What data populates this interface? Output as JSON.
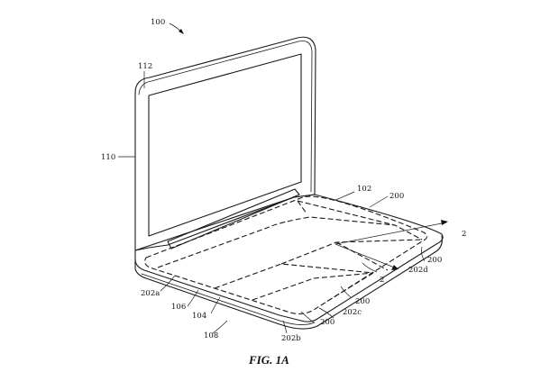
{
  "figure": {
    "caption": "FIG. 1A",
    "labels": {
      "device": "100",
      "display_bezel": "112",
      "display_housing": "110",
      "top_case": "102",
      "base_side": "106",
      "base_bottom": "104",
      "base_front": "108",
      "region_main": "200",
      "region_right": "200",
      "region_front_right": "200",
      "region_front": "200",
      "region_left": "202a",
      "region_front_center": "202b",
      "region_center": "202c",
      "region_right_corner": "202d",
      "section_mark_a": "2",
      "section_mark_b": "2"
    }
  }
}
